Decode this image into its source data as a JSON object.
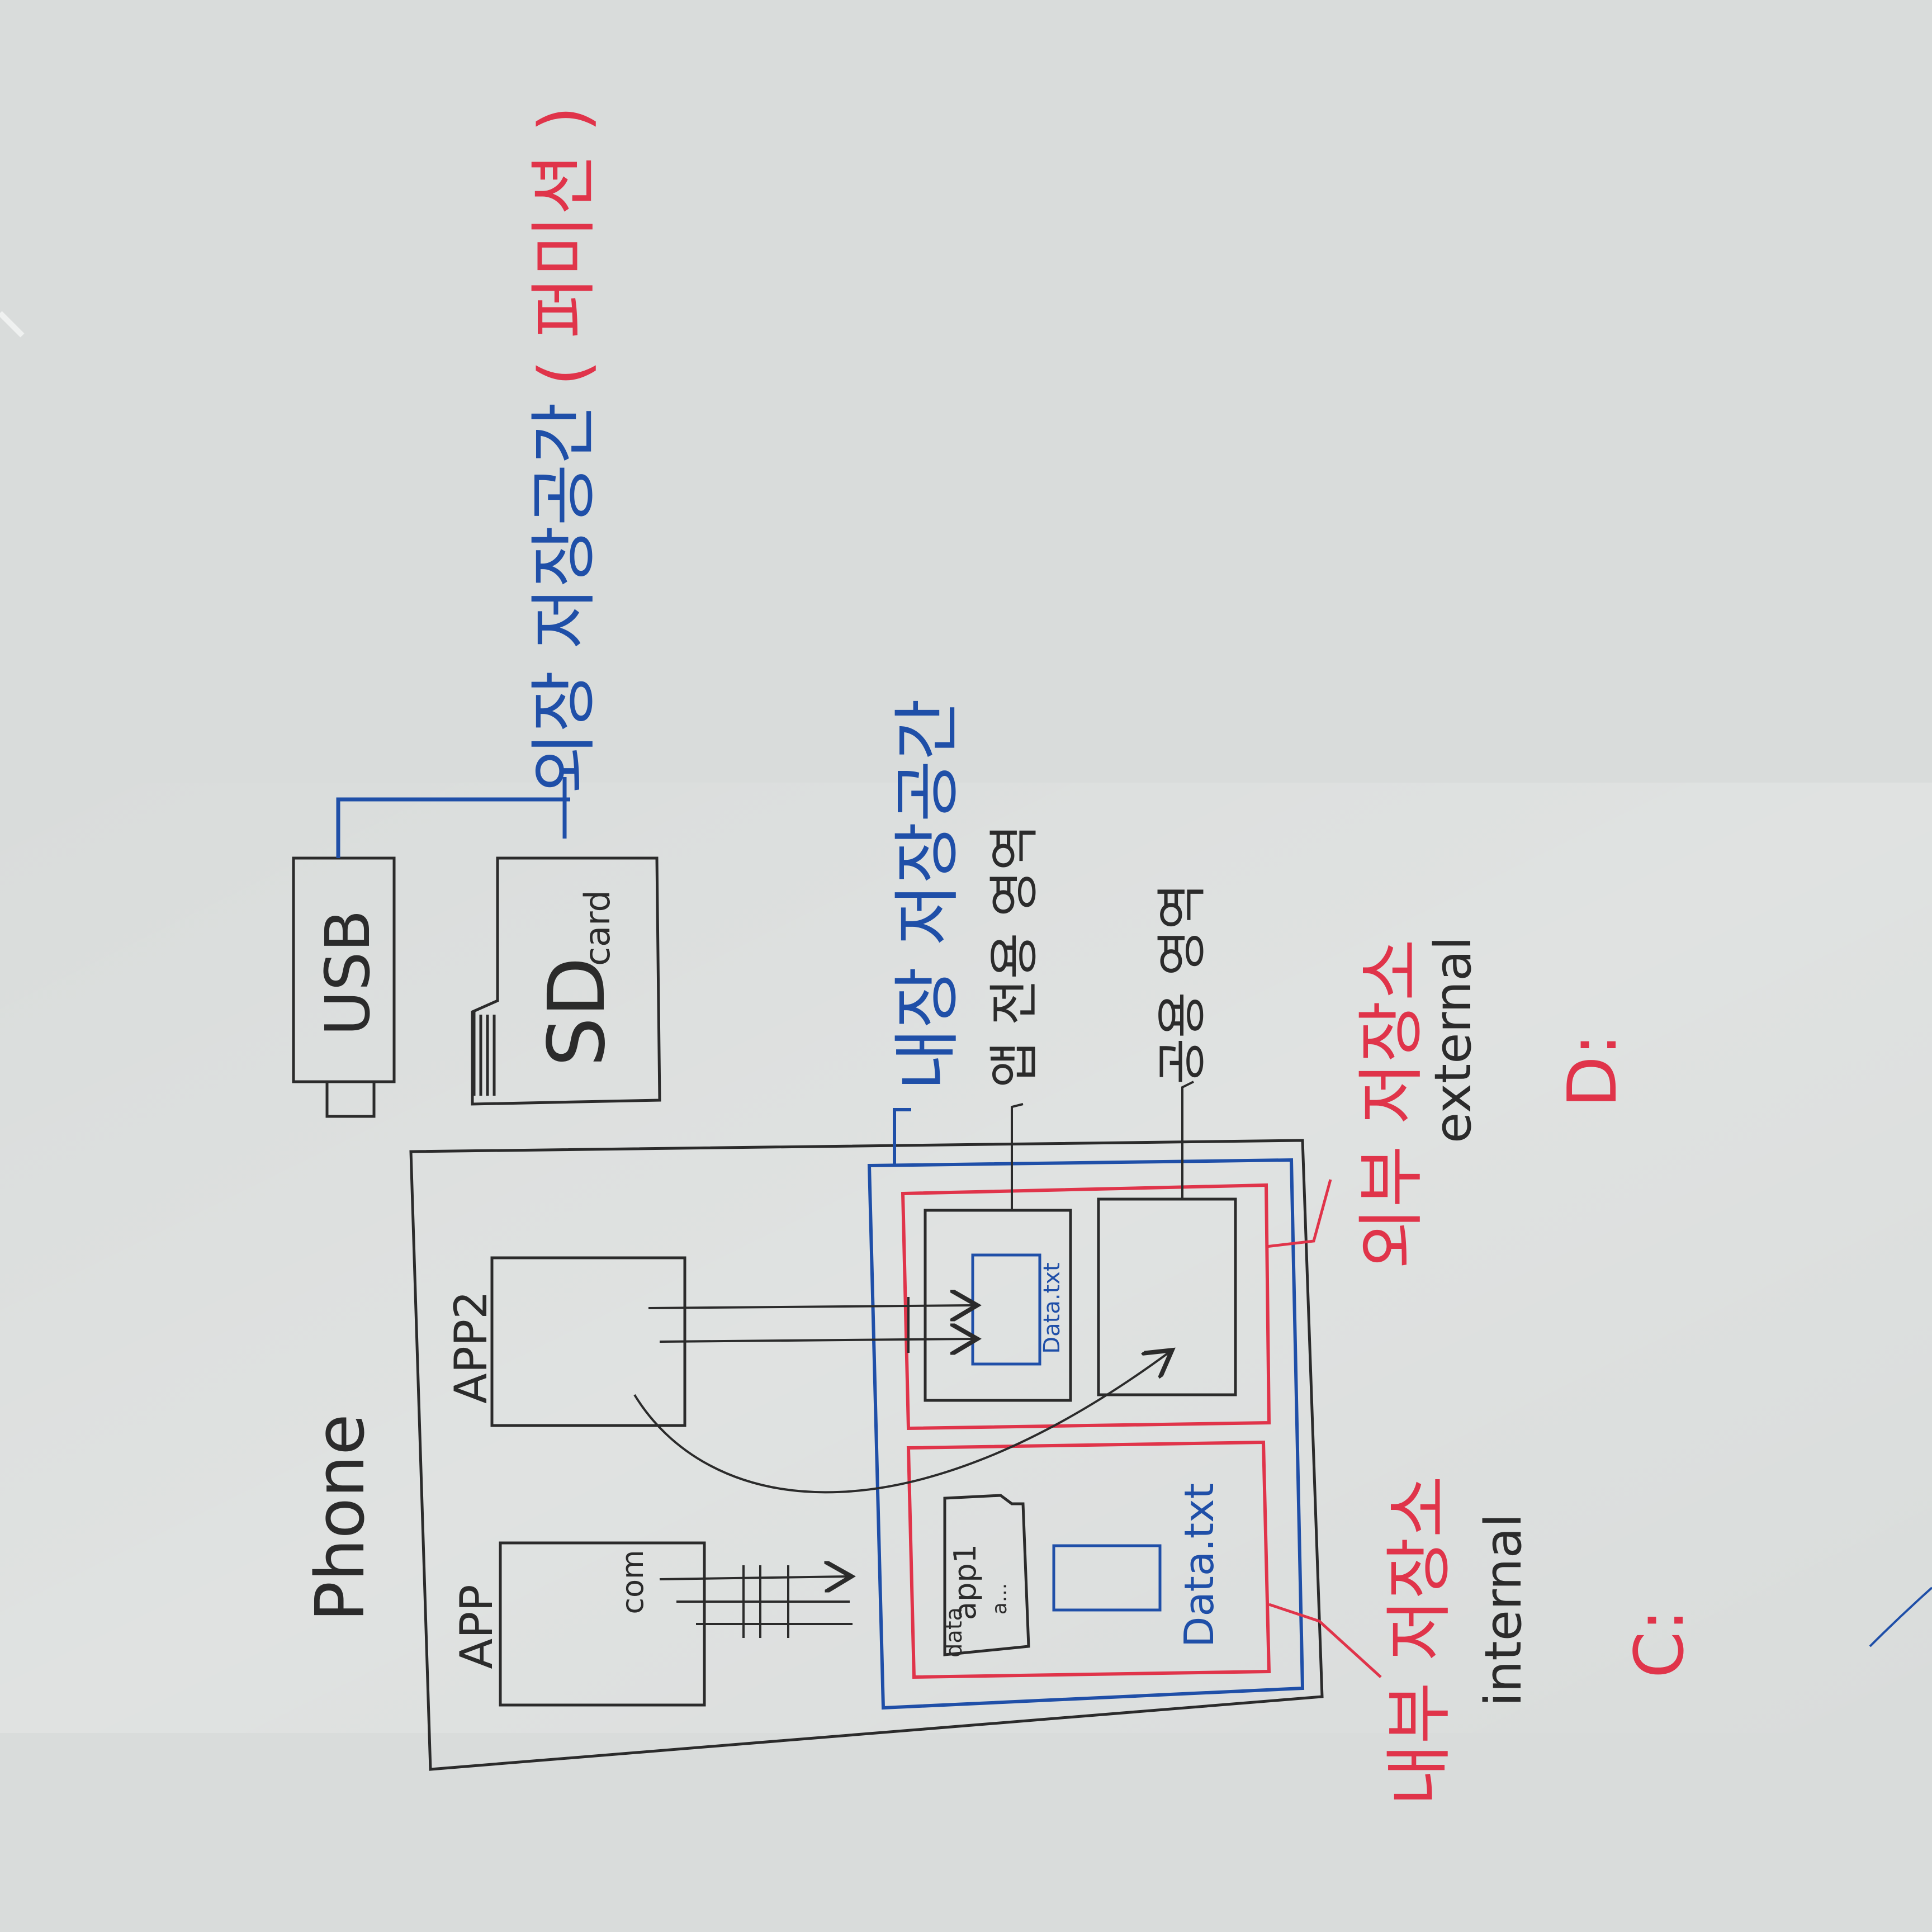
{
  "colors": {
    "board": "#d9dcdb",
    "ink_black": "#2b2b2b",
    "ink_blue": "#1f4fa8",
    "ink_red": "#e0344a"
  },
  "labels": {
    "usb": "USB",
    "sd": "SD",
    "sd_card": "card",
    "external_storage_space": "외장 저장공간",
    "permission": "( 퍼미션 )",
    "internal_storage_space": "내장 저장공간",
    "app_specific_area": "앱 전용 영역",
    "shared_area": "공용 영역",
    "external_store": "외부 저장소",
    "external": "external",
    "drive_d": "D:",
    "phone": "Phone",
    "app": "APP",
    "app2": "APP2",
    "internal_store": "내부 저장소",
    "internal": "internal",
    "drive_c": "C:",
    "data_txt": "Data.txt",
    "data_txt_small": "Data.txt",
    "app1_data_folder": "data",
    "app1_folder": "app1",
    "app1_folder_note": "a...",
    "app_inner_note": "com"
  }
}
